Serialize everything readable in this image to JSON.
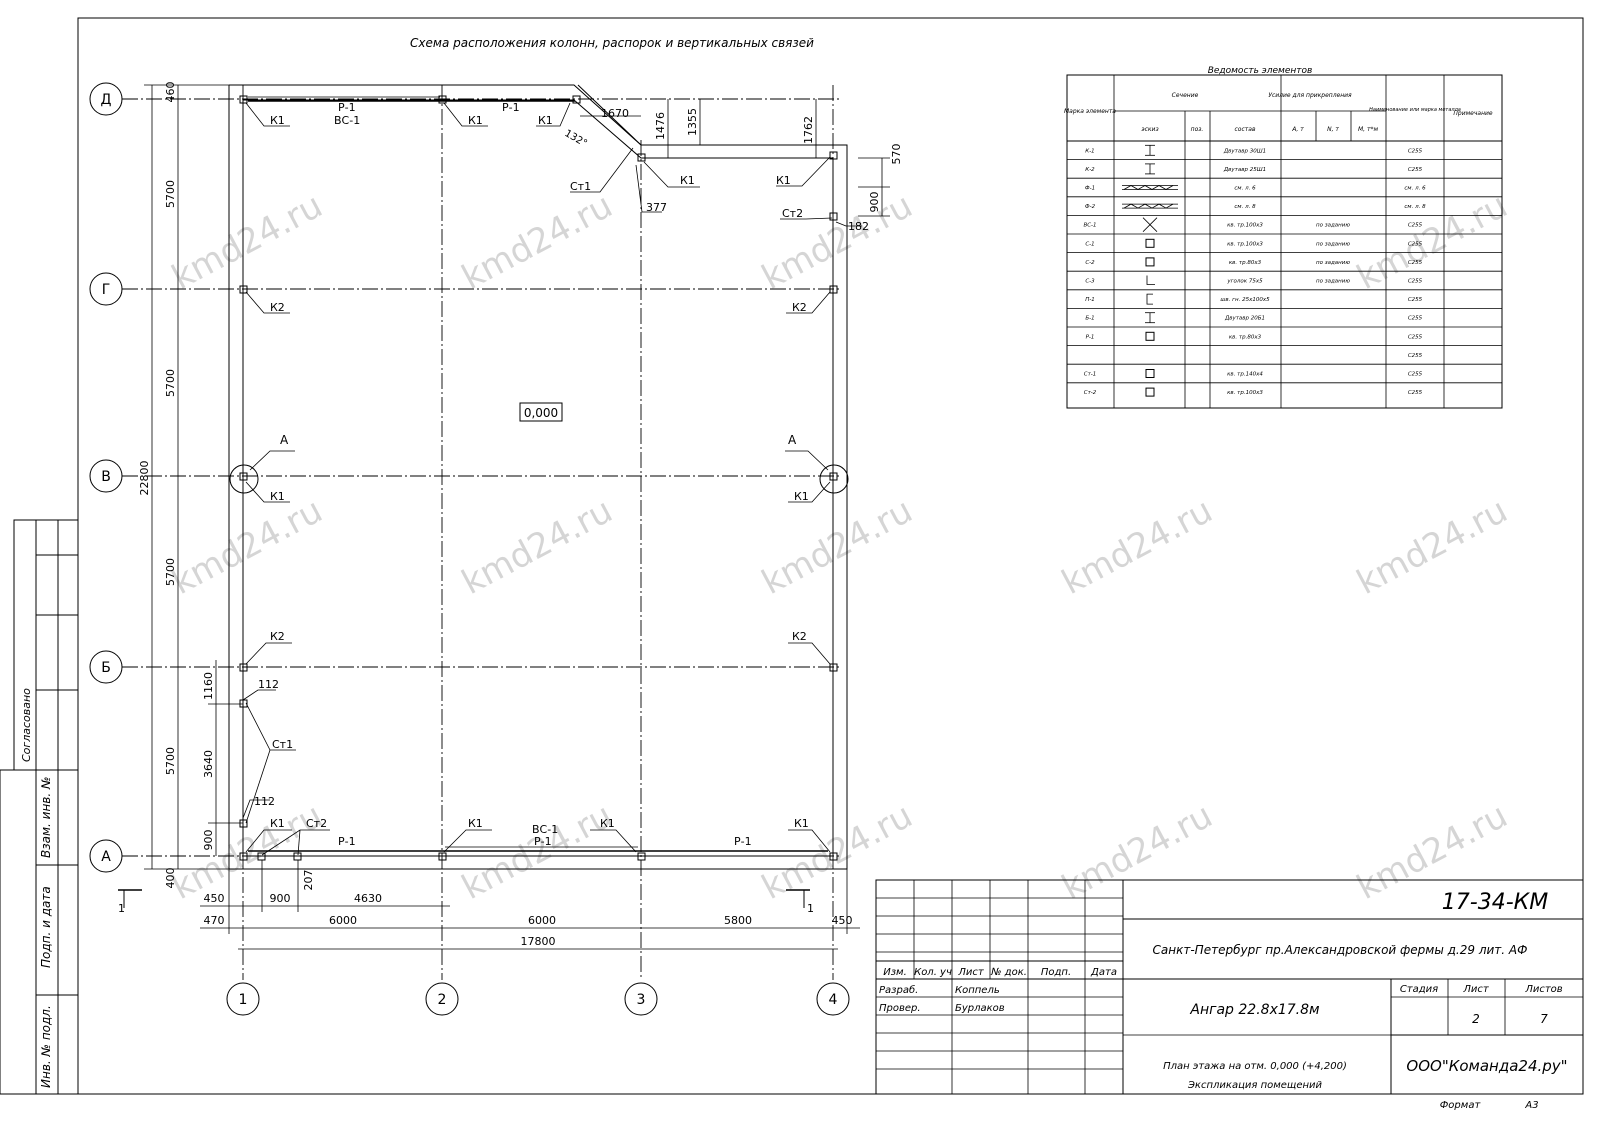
{
  "title": "Схема расположения колонн, распорок и вертикальных связей",
  "level_mark": "0,000",
  "axes": {
    "rows": [
      "Д",
      "Г",
      "В",
      "Б",
      "А"
    ],
    "cols": [
      "1",
      "2",
      "3",
      "4"
    ]
  },
  "dims": {
    "left_total": "22800",
    "left_bays": [
      "5700",
      "5700",
      "5700",
      "5700"
    ],
    "left_top": "460",
    "left_bottom": "400",
    "bottom_row1": [
      "450",
      "900",
      "4630"
    ],
    "bottom_row2": [
      "470",
      "6000",
      "6000",
      "5800",
      "450"
    ],
    "bottom_total": "17800",
    "inner_left": [
      "1160",
      "3640",
      "900"
    ],
    "small": [
      "112",
      "112",
      "207"
    ],
    "top_right": [
      "1670",
      "1476",
      "1355",
      "1762",
      "570",
      "900",
      "182",
      "377",
      "132°"
    ]
  },
  "labels": {
    "k1": "К1",
    "k2": "К2",
    "st1": "Ст1",
    "st2": "Ст2",
    "r1": "Р-1",
    "vs1": "ВС-1",
    "a": "А",
    "section": "1"
  },
  "table": {
    "title": "Ведомость элементов",
    "h_mark": "Марка элемента",
    "h_section": "Сечение",
    "h_sketch": "эскиз",
    "h_pos": "поз.",
    "h_comp": "состав",
    "h_force": "Усилие для прикрепления",
    "h_a": "А, т",
    "h_n": "N, т",
    "h_m": "М, т*м",
    "h_steel": "Наименование или марка металла",
    "h_note": "Примечание",
    "rows": [
      {
        "mark": "К-1",
        "comp": "Двутавр 30Ш1",
        "force": "",
        "steel": "С255"
      },
      {
        "mark": "К-2",
        "comp": "Двутавр 25Ш1",
        "force": "",
        "steel": "С255"
      },
      {
        "mark": "Ф-1",
        "comp": "см. л. 6",
        "force": "",
        "steel": "см. л. 6"
      },
      {
        "mark": "Ф-2",
        "comp": "см. л. 8",
        "force": "",
        "steel": "см. л. 8"
      },
      {
        "mark": "ВС-1",
        "comp": "кв. тр.100х3",
        "force": "по заданию",
        "steel": "С255"
      },
      {
        "mark": "С-1",
        "comp": "кв. тр.100х3",
        "force": "по заданию",
        "steel": "С255"
      },
      {
        "mark": "С-2",
        "comp": "кв. тр.80х3",
        "force": "по заданию",
        "steel": "С255"
      },
      {
        "mark": "С-3",
        "comp": "уголок 75х5",
        "force": "по заданию",
        "steel": "С255"
      },
      {
        "mark": "П-1",
        "comp": "шв. гн. 25х100х5",
        "force": "",
        "steel": "С255"
      },
      {
        "mark": "Б-1",
        "comp": "Двутавр 20Б1",
        "force": "",
        "steel": "С255"
      },
      {
        "mark": "Р-1",
        "comp": "кв. тр.80х3",
        "force": "",
        "steel": "С255"
      },
      {
        "mark": "",
        "comp": "",
        "force": "",
        "steel": "С255"
      },
      {
        "mark": "Ст-1",
        "comp": "кв. тр.140х4",
        "force": "",
        "steel": "С255"
      },
      {
        "mark": "Ст-2",
        "comp": "кв. тр.100х3",
        "force": "",
        "steel": "С255"
      }
    ]
  },
  "stamp": {
    "code": "17-34-КМ",
    "address": "Санкт-Петербург пр.Александровской фермы д.29 лит. АФ",
    "object": "Ангар 22.8х17.8м",
    "sheet_title1": "План этажа на отм. 0,000 (+4,200)",
    "sheet_title2": "Экспликация помещений",
    "company": "ООО\"Команда24.ру\"",
    "h_izm": "Изм.",
    "h_kol": "Кол. уч",
    "h_list": "Лист",
    "h_doc": "№ док.",
    "h_podp": "Подп.",
    "h_data": "Дата",
    "razrab_label": "Разраб.",
    "razrab_name": "Коппель",
    "prover_label": "Провер.",
    "prover_name": "Бурлаков",
    "h_stadiya": "Стадия",
    "h_sheet": "Лист",
    "h_sheets": "Листов",
    "sheet": "2",
    "sheets": "7",
    "format_label": "Формат",
    "format": "А3"
  },
  "side_stamp": {
    "agreed": "Согласовано",
    "vzam": "Взам. инв. №",
    "podp_data": "Подп. и дата",
    "inv": "Инв. № подл."
  },
  "watermark": "kmd24.ru"
}
